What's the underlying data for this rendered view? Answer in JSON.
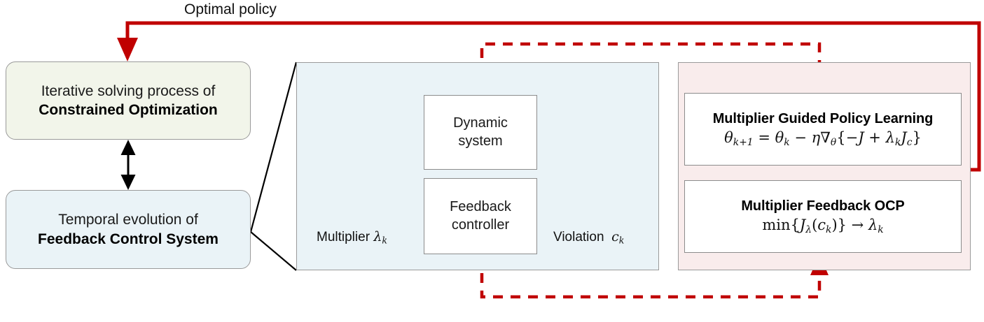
{
  "diagram": {
    "top_label": "Optimal policy",
    "left_column": {
      "upper_box": {
        "line1": "Iterative solving process of",
        "line2": "Constrained Optimization",
        "fill": "#f2f5ea"
      },
      "lower_box": {
        "line1": "Temporal evolution of",
        "line2": "Feedback Control System",
        "fill": "#eaf3f7"
      }
    },
    "control_loop_panel": {
      "fill": "#eaf3f7",
      "blocks": [
        {
          "line1": "Dynamic",
          "line2": "system"
        },
        {
          "line1": "Feedback",
          "line2": "controller"
        }
      ],
      "signal_labels": {
        "left": "Multiplier",
        "left_symbol": "λ",
        "left_symbol_sub": "k",
        "right": "Violation",
        "right_symbol": "c",
        "right_symbol_sub": "k"
      }
    },
    "algorithm_panel": {
      "fill": "#f9ecec",
      "boxes": [
        {
          "title": "Multiplier Guided Policy Learning",
          "formula_text": "θₖ₊₁ = θₖ − η∇_θ{−J + λₖJ_c}"
        },
        {
          "title": "Multiplier Feedback OCP",
          "formula_text": "min{J_λ(cₖ)} → λₖ"
        }
      ]
    },
    "colors": {
      "accent_red": "#c00000",
      "stroke_black": "#000000",
      "box_border": "#9a9a9a"
    }
  }
}
